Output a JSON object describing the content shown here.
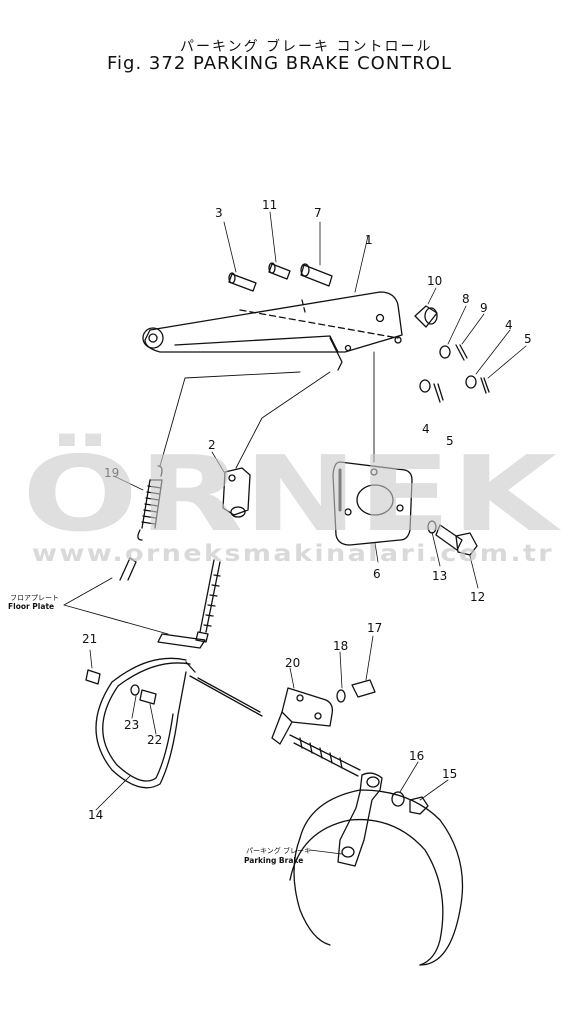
{
  "figure": {
    "title_jp": "パーキング ブレーキ コントロール",
    "title_en": "Fig. 372 PARKING BRAKE CONTROL"
  },
  "callouts": {
    "c1": "1",
    "c2": "2",
    "c3": "3",
    "c4a": "4",
    "c4b": "4",
    "c5a": "5",
    "c5b": "5",
    "c6": "6",
    "c7": "7",
    "c8": "8",
    "c9": "9",
    "c10": "10",
    "c11": "11",
    "c12": "12",
    "c13": "13",
    "c14": "14",
    "c15": "15",
    "c16": "16",
    "c17": "17",
    "c18": "18",
    "c19": "19",
    "c20": "20",
    "c21": "21",
    "c22": "22",
    "c23": "23"
  },
  "notes": {
    "floor_plate_jp": "フロアプレート",
    "floor_plate_en": "Floor Plate",
    "parking_brake_jp": "パーキング ブレーキ",
    "parking_brake_en": "Parking Brake"
  },
  "watermark": {
    "main": "ÖRNEK",
    "sub": "www.orneksmakinalari.com.tr",
    "color": "#c9c9c9"
  }
}
